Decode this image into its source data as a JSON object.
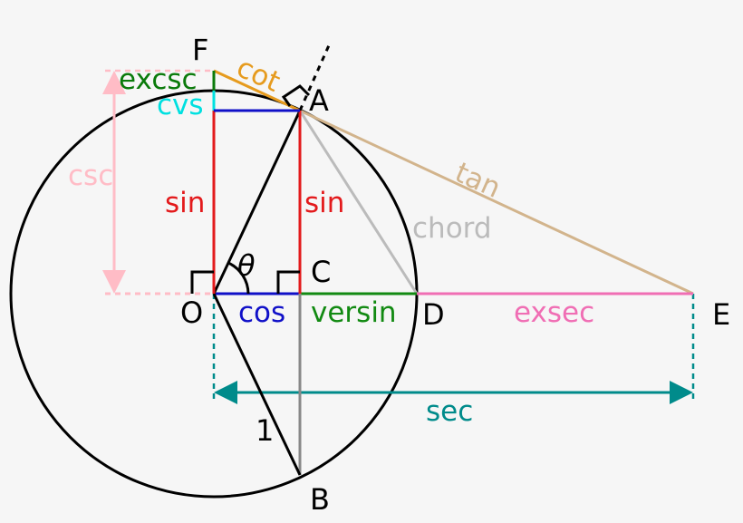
{
  "points": {
    "F": "F",
    "A": "A",
    "O": "O",
    "C": "C",
    "D": "D",
    "E": "E",
    "B": "B"
  },
  "angle": "θ",
  "radius": "1",
  "labels": {
    "excsc": "excsc",
    "cvs": "cvs",
    "csc": "csc",
    "cot": "cot",
    "tan": "tan",
    "sin_left": "sin",
    "sin_right": "sin",
    "chord": "chord",
    "cos": "cos",
    "versin": "versin",
    "exsec": "exsec",
    "sec": "sec"
  },
  "colors": {
    "background": "#f6f6f6",
    "circle": "#000000",
    "sin": "#e31a1c",
    "cos": "#1010c8",
    "cvs": "#00e0e0",
    "excsc": "#0a7a0a",
    "versin": "#128a12",
    "cot": "#e69b1e",
    "tan": "#d2b48c",
    "chord": "#bbbbbb",
    "exsec": "#f06eb4",
    "sec": "#008b8b",
    "csc": "#ffbcc6",
    "gray": "#888888"
  }
}
